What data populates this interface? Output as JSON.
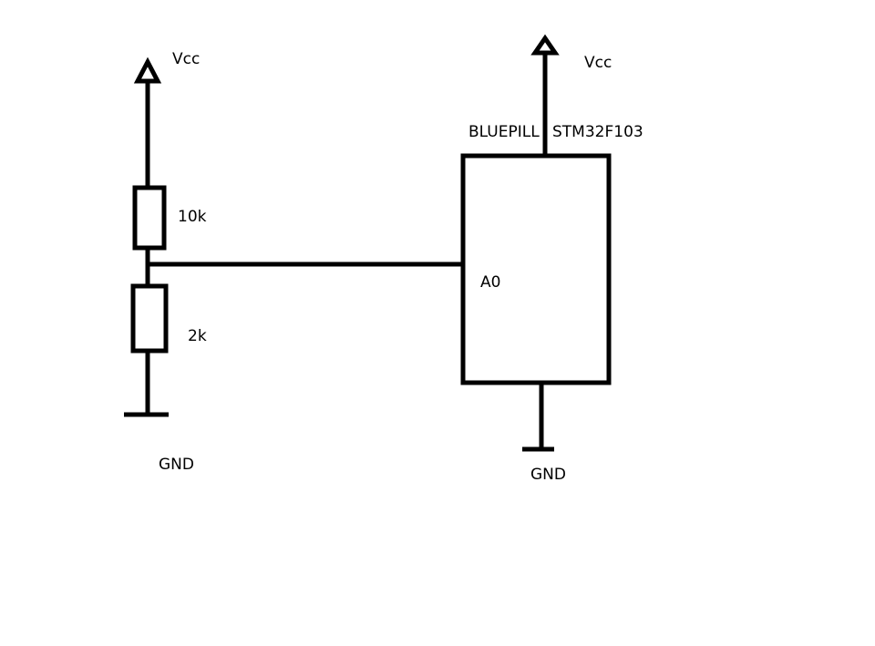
{
  "left_branch": {
    "supply_label": "Vcc",
    "upper_resistor_label": "10k",
    "lower_resistor_label": "2k",
    "ground_label": "GND"
  },
  "board": {
    "name_label": "BLUEPILL",
    "chip_label": "STM32F103",
    "pin_label": "A0",
    "supply_label": "Vcc",
    "ground_label": "GND"
  },
  "colors": {
    "line": "#000000",
    "background": "#ffffff"
  }
}
